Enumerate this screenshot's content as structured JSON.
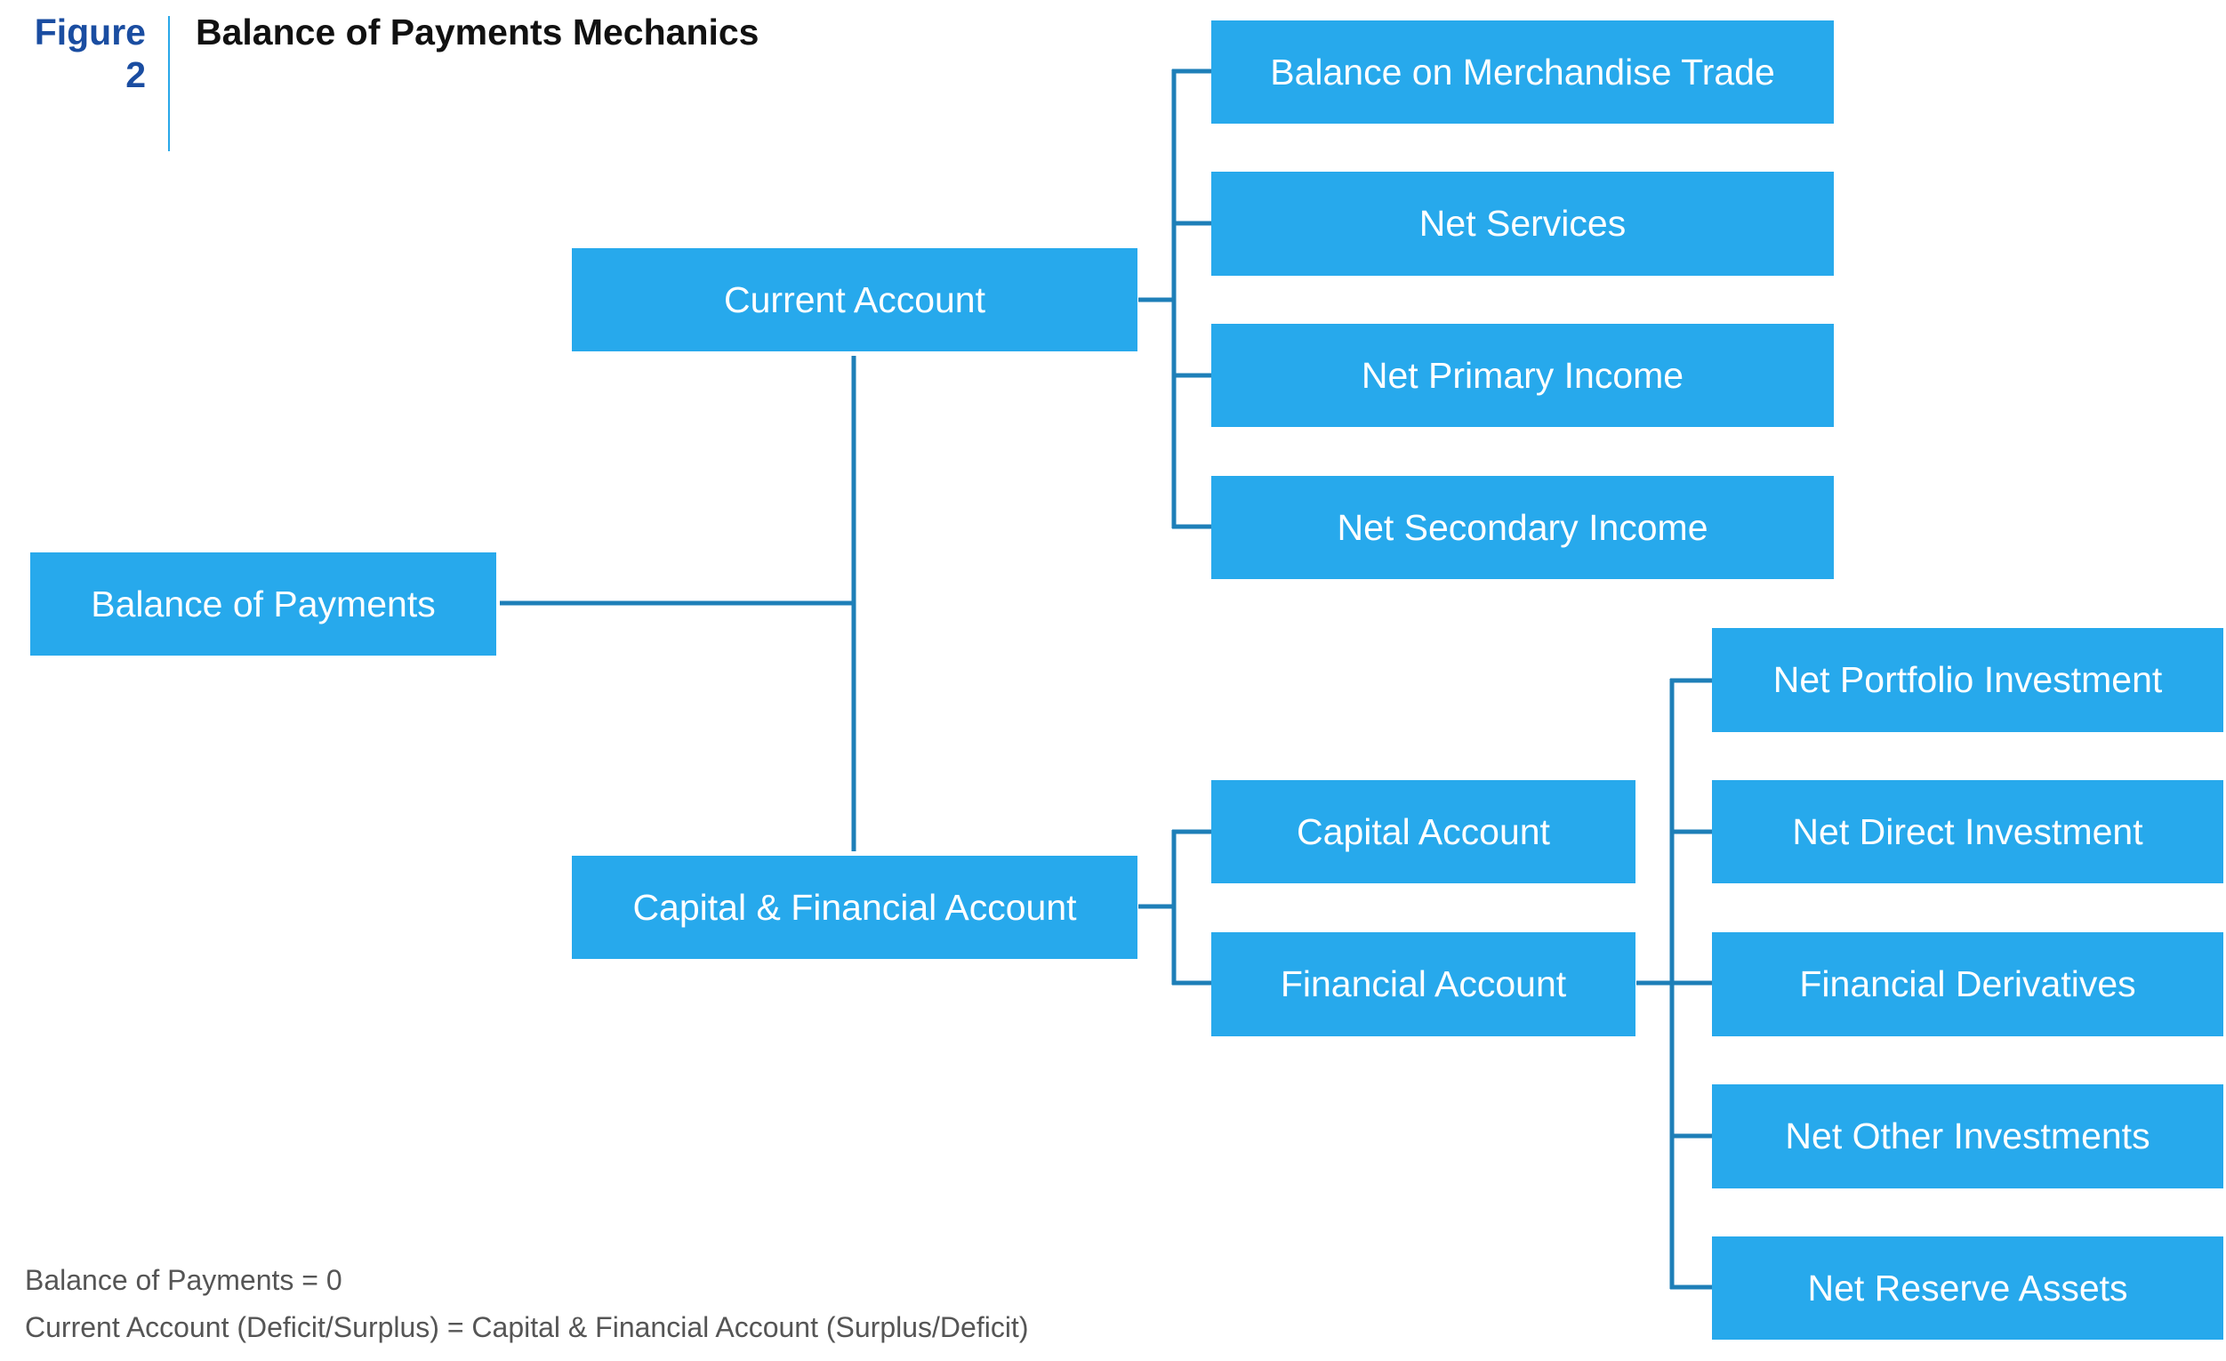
{
  "figure": {
    "label_word": "Figure",
    "label_number": "2",
    "title": "Balance of Payments Mechanics"
  },
  "nodes": {
    "balance_of_payments": "Balance of Payments",
    "current_account": "Current Account",
    "capital_financial_account": "Capital & Financial Account",
    "merchandise_trade": "Balance on Merchandise Trade",
    "net_services": "Net Services",
    "net_primary_income": "Net Primary Income",
    "net_secondary_income": "Net Secondary Income",
    "capital_account": "Capital Account",
    "financial_account": "Financial Account",
    "net_portfolio_investment": "Net Portfolio Investment",
    "net_direct_investment": "Net Direct Investment",
    "financial_derivatives": "Financial Derivatives",
    "net_other_investments": "Net Other Investments",
    "net_reserve_assets": "Net Reserve Assets"
  },
  "notes": [
    "Balance of Payments = 0",
    "Current Account (Deficit/Surplus) = Capital & Financial Account (Surplus/Deficit)"
  ],
  "colors": {
    "box_fill": "#27a9ec",
    "connector": "#1e7fb8",
    "figure_label": "#1a4da1",
    "divider": "#29a8e9"
  }
}
